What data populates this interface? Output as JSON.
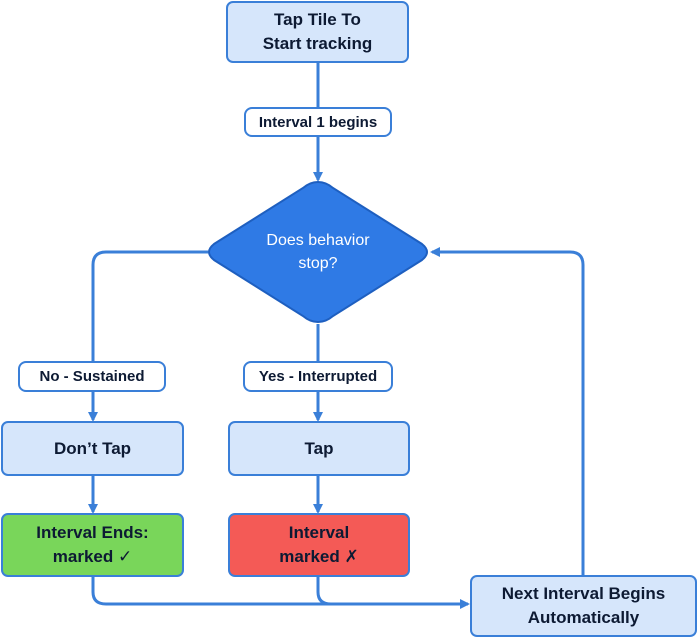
{
  "nodes": {
    "start": "Tap Tile To\nStart tracking",
    "decision": "Does behavior\nstop?",
    "dont_tap": "Don’t Tap",
    "tap": "Tap",
    "interval_ends": "Interval Ends:\nmarked ✓",
    "interval_marked": "Interval\nmarked ✗",
    "next_interval": "Next Interval Begins\nAutomatically"
  },
  "labels": {
    "interval_1": "Interval 1 begins",
    "no_sustained": "No - Sustained",
    "yes_interrupted": "Yes - Interrupted"
  },
  "colors": {
    "line": "#3a7fd8",
    "box_fill": "#d6e6fb",
    "decision_fill": "#2f7ae5",
    "green_fill": "#79d65a",
    "red_fill": "#f45a56"
  }
}
